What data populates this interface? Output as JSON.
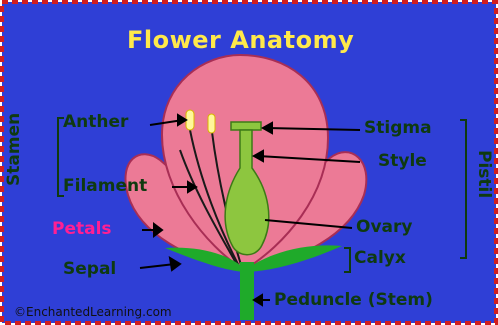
{
  "title": "Flower Anatomy",
  "labels": {
    "anther": "Anther",
    "filament": "Filament",
    "petals": "Petals",
    "sepal": "Sepal",
    "stigma": "Stigma",
    "style": "Style",
    "ovary": "Ovary",
    "calyx": "Calyx",
    "peduncle": "Peduncle (Stem)"
  },
  "groups": {
    "stamen": "Stamen",
    "pistil": "Pistil"
  },
  "credit": "©EnchantedLearning.com",
  "colors": {
    "background": "#2f3fd6",
    "border": "#d21e1e",
    "petal": "#ec7a96",
    "petal_outline": "#a82e55",
    "green": "#1faa2a",
    "pistil": "#8dc63f",
    "anther": "#fff79a",
    "title": "#ffe94a",
    "label": "#0f3a10",
    "petals_label": "#ff1f93"
  }
}
